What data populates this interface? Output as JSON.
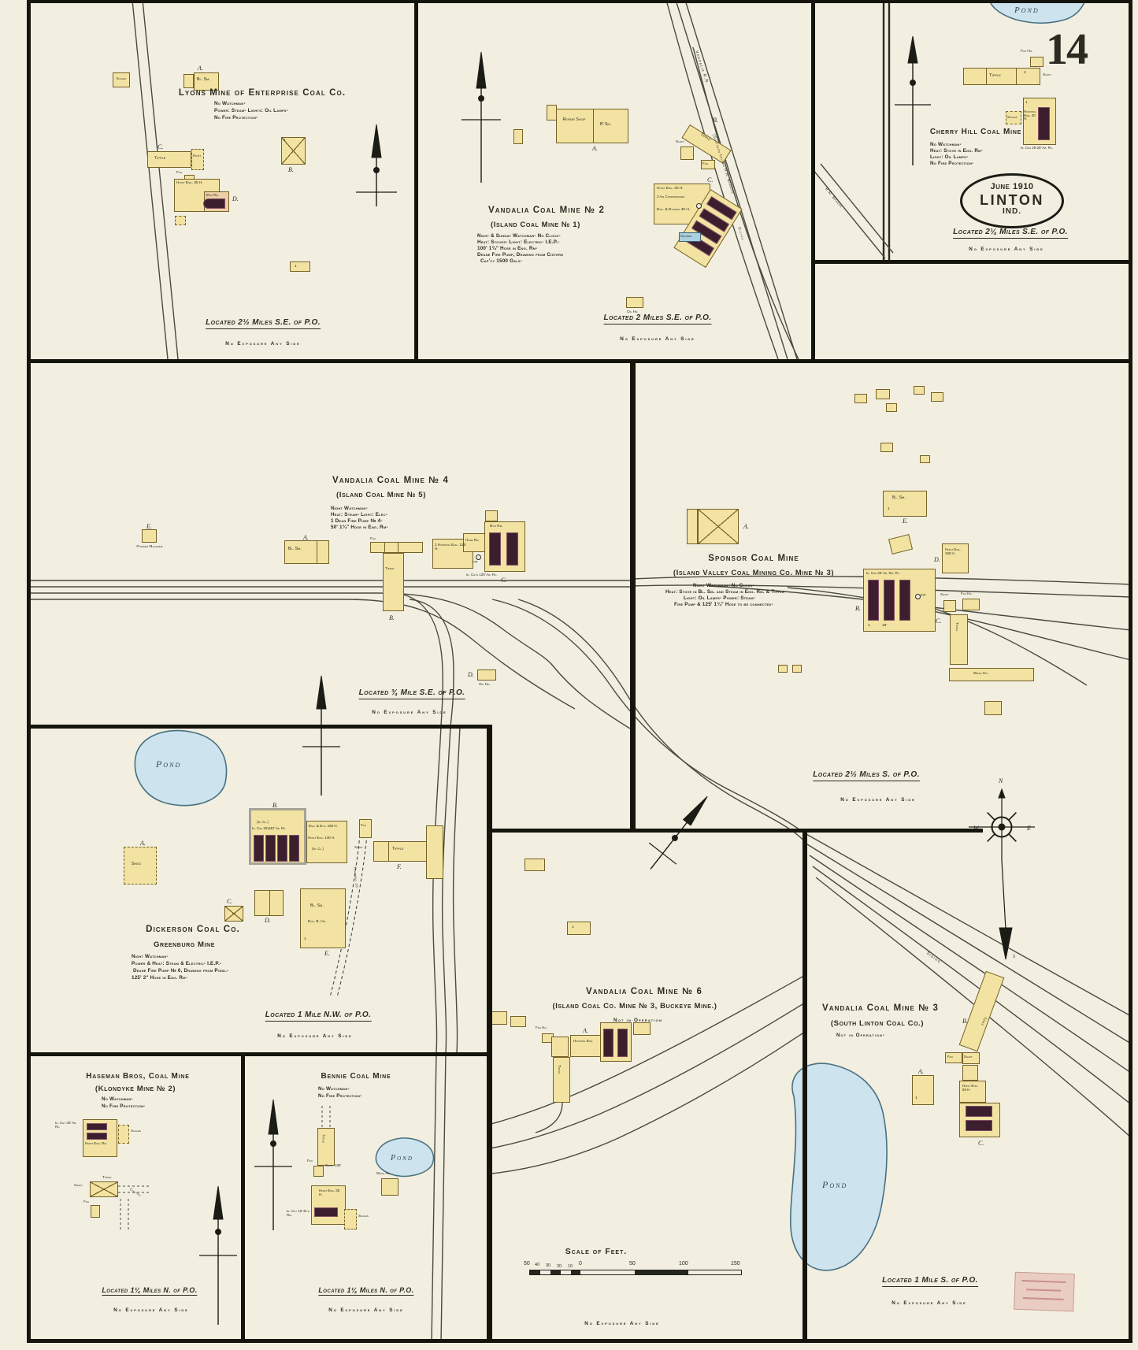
{
  "sheet": {
    "number": "14",
    "stamp": {
      "date": "June 1910",
      "city": "LINTON",
      "state": "IND."
    },
    "scale": {
      "title": "Scale of Feet.",
      "ticks": [
        "50",
        "40",
        "30",
        "20",
        "10",
        "0",
        "50",
        "100",
        "150"
      ]
    },
    "compass": {
      "n": "N",
      "s": "s",
      "e": "E",
      "w": "W"
    }
  },
  "common": {
    "pond": "Pond",
    "tipple": "Tipple",
    "shaft": "Shaft",
    "fan": "Fan",
    "fan_ho": "Fan Ho.",
    "bl_sm": "Bl. Sm.",
    "scales": "Scales",
    "shed": "Shed",
    "cistern": "Cistern",
    "oil_ho": "Oil Ho.",
    "wash_ho": "Wash Ho.",
    "chutes": "Chutes",
    "tramway": "Tramway 10'",
    "hoist": "Hoist",
    "no_exposure": "No Exposure Any Side",
    "A": "A.",
    "B": "B.",
    "C": "C.",
    "D": "D.",
    "E": "E.",
    "F": "F.",
    "n1": "1",
    "n2": "2"
  },
  "railroads": {
    "vandalia": "Vandalia R.R.",
    "branch": "(Southern Indiana R.R. Branch)",
    "branch_short": "R.R. Branch",
    "siding": "Siding"
  },
  "panels": {
    "lyons": {
      "title": "Lyons Mine of Enterprise Coal Co.",
      "notes": [
        "No Watchman-",
        "Power: Steam- Lights: Oil Lamps-",
        "No Fire Protection-"
      ],
      "located": "Located 2½ Miles S.E. of P.O.",
      "hoist": "Hoist Eng. 35 H.",
      "blr": "B'lr Rm."
    },
    "vandalia2": {
      "title": "Vandalia Coal Mine № 2",
      "subtitle": "(Island Coal Mine № 1)",
      "notes": [
        "Night & Sunday Watchman- No Clock-",
        "Heat: Stoves- Light: Electric- I.E.P.-",
        "100' 1¾\" Hose in Eng. Rm-",
        "Deane Fire Pump, Drawing from Cistern",
        "Cap'cy 1500 Gals-"
      ],
      "located": "Located 2 Miles S.E. of P.O.",
      "repair_shop": "Repair Shop",
      "b_sm": "B' Sm.",
      "hoist": "Hoist Eng. 40 H.",
      "compressors": "2 Air Compressors",
      "dynamo": "Eng. & Dynamo 40 H."
    },
    "cherry": {
      "title": "Cherry Hill Coal Mine",
      "notes": [
        "No Watchman-",
        "Heat: Stove in Eng. Rm-",
        "Light: Oil Lamps-",
        "No Fire Protection-"
      ],
      "located": "Located 2¼ Miles S.E. of P.O.",
      "hoisting": "Hoisting Eng. 40 H.",
      "chimney": "Ir. Chs 25-28' Ab. Rf."
    },
    "vandalia4": {
      "title": "Vandalia Coal Mine № 4",
      "subtitle": "(Island Coal Mine № 5)",
      "notes": [
        "Night Watchman-",
        "Heat: Steam- Light: Elec-",
        "1 Dean Fire Pump № 4-",
        "50' 1¾\" Hose in Eng. Rm-"
      ],
      "located": "Located ¾ Mile S.E. of P.O.",
      "powder": "Powder Magazine",
      "hoisting": "1 Hoisting Eng. 120 H.",
      "blr": "B'lr Rm.",
      "hose_rm": "Hose Rm.",
      "fp": "F.P.",
      "chimney": "Ir. Chys 120' Ab. Rf."
    },
    "sponsor": {
      "title": "Sponsor Coal Mine",
      "subtitle": "(Island Valley Coal Mining Co. Mine № 3)",
      "notes": [
        "Night Watchman- No Clock-",
        "Heat: Stove in Bl. Sm. and Steam in Eng. Rm. & Tipple-",
        "Light: Oil Lamps- Power: Steam-",
        "Fire Pump & 125' 1¾\" Hose to be connected-"
      ],
      "located": "Located 2½ Miles S. of P.O.",
      "hoist": "Hoist Eng. 150 H.",
      "chimney": "Ir. Chs 25' Ab. Rm. Rf.",
      "fp": "F.P.",
      "d18": "18'"
    },
    "dickerson": {
      "title": "Dickerson Coal Co.",
      "subtitle": "Greenburg Mine",
      "notes": [
        "Night Watchman-",
        "Power & Heat: Steam & Electric- I.E.P.-",
        "Deane Fire Pump № 6, Drawing from Pond.-",
        "125' 2\" Hose in Eng. Rm-"
      ],
      "located": "Located 1 Mile N.W. of P.O.",
      "ircl": "(Ir. Cl.)",
      "chimney": "Ir. Chs 25'&40' Ab. Rf.",
      "engdyn": "Eng. & Dyn. 150 H.",
      "hoist": "Hoist Eng. 140 H.",
      "eng_bho": "Eng. B. Ho."
    },
    "haseman": {
      "title": "Haseman Bros, Coal Mine",
      "subtitle": "(Klondyke Mine № 2)",
      "notes": [
        "No Watchman-",
        "No Fire Protection-"
      ],
      "located": "Located 1¼ Miles N. of P.O.",
      "chimney": "Ir. Chy 40' Ab. Rf.",
      "hoist": "Hoist Eng. Rm."
    },
    "bennie": {
      "title": "Bennie Coal Mine",
      "notes": [
        "No Watchman-",
        "No Fire Protection-"
      ],
      "located": "Located 1¼ Miles N. of P.O.",
      "hoist": "Hoist Eng. 35 H.",
      "shaft": "Shaft 135'",
      "chimney": "Ir. Chy 15' B'lr Rm."
    },
    "vandalia6": {
      "title": "Vandalia Coal Mine № 6",
      "subtitle": "(Island Coal Co. Mine № 3, Buckeye Mine.)",
      "status": "Not in Operation",
      "hoisting": "Hoisting Eng."
    },
    "vandalia3": {
      "title": "Vandalia Coal Mine № 3",
      "subtitle": "(South Linton Coal Co.)",
      "status": "Not in Operation-",
      "located": "Located 1 Mile S. of P.O.",
      "hoist": "Hoist Eng. 50 H."
    }
  }
}
